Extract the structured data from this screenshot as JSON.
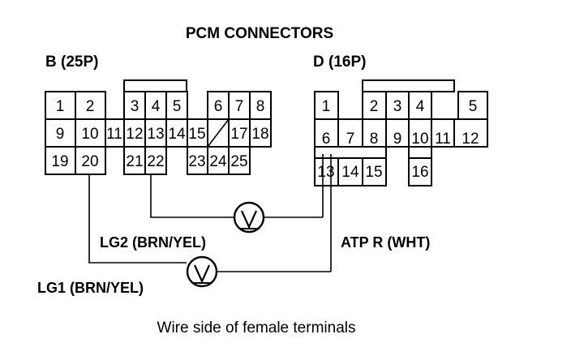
{
  "title": "PCM CONNECTORS",
  "connector_b": {
    "label": "B (25P)",
    "pins": [
      "1",
      "2",
      "3",
      "4",
      "5",
      "6",
      "7",
      "8",
      "9",
      "10",
      "11",
      "12",
      "13",
      "14",
      "15",
      "17",
      "18",
      "19",
      "20",
      "21",
      "22",
      "23",
      "24",
      "25"
    ]
  },
  "connector_d": {
    "label": "D (16P)",
    "pins": [
      "1",
      "2",
      "3",
      "4",
      "5",
      "6",
      "7",
      "8",
      "9",
      "10",
      "11",
      "12",
      "13",
      "14",
      "15",
      "16"
    ]
  },
  "wires": {
    "lg2": "LG2 (BRN/YEL)",
    "lg1": "LG1 (BRN/YEL)",
    "atp": "ATP R (WHT)"
  },
  "footer": "Wire side of female terminals"
}
